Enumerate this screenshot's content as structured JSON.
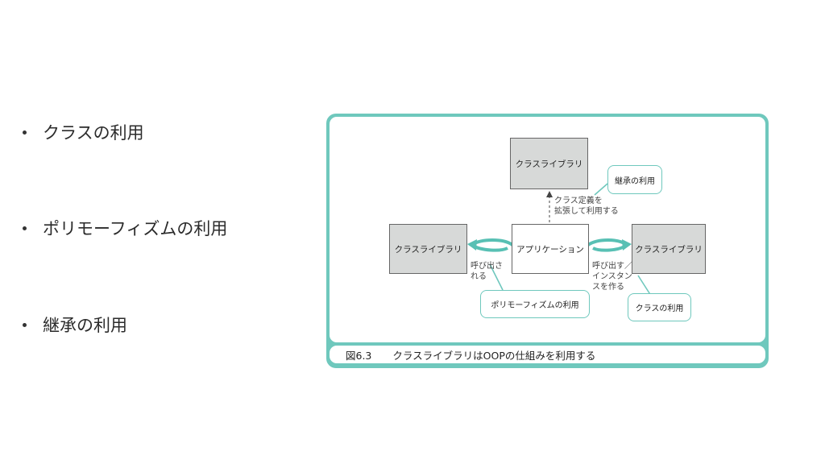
{
  "bullets": [
    {
      "label": "クラスの利用"
    },
    {
      "label": "ポリモーフィズムの利用"
    },
    {
      "label": "継承の利用"
    }
  ],
  "figure": {
    "caption_number": "図6.3",
    "caption_text": "クラスライブラリはOOPの仕組みを利用する",
    "boxes": {
      "top_library": "クラスライブラリ",
      "left_library": "クラスライブラリ",
      "application": "アプリケーション",
      "right_library": "クラスライブラリ"
    },
    "callouts": {
      "inheritance": "継承の利用",
      "polymorphism": "ポリモーフィズムの利用",
      "class_use": "クラスの利用"
    },
    "notes": {
      "extend": "クラス定義を\n拡張して利用する",
      "called": "呼び出さ\nれる",
      "instantiate": "呼び出す／\nインスタン\nスを作る"
    }
  },
  "colors": {
    "accent": "#6fc8bd",
    "box_gray": "#d7d9d8",
    "arrow": "#58c0b4"
  }
}
